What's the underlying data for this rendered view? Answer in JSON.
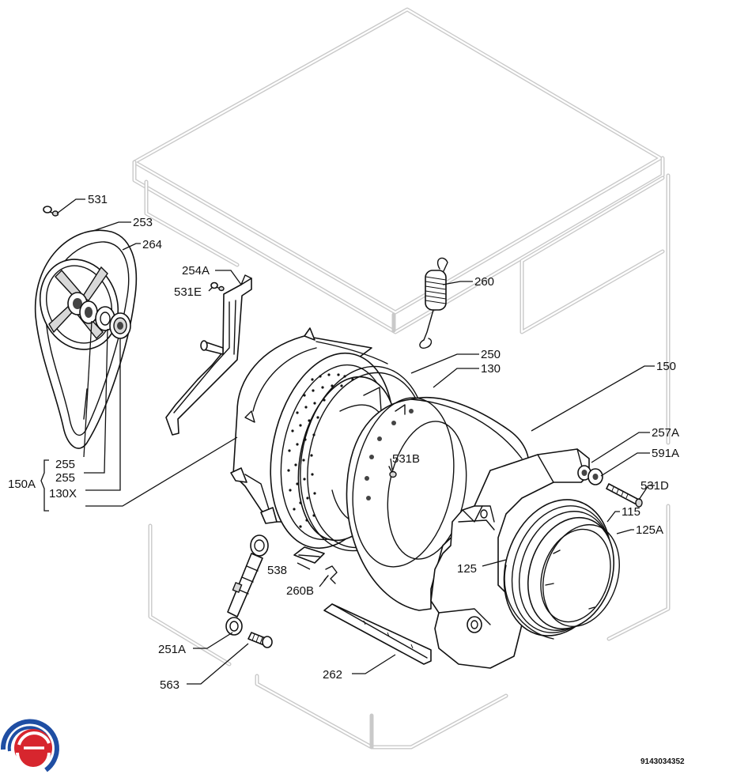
{
  "labels": {
    "l531": "531",
    "l253": "253",
    "l264": "264",
    "l254A": "254A",
    "l531E": "531E",
    "l260": "260",
    "l250": "250",
    "l130": "130",
    "l150": "150",
    "l257A": "257A",
    "l591A": "591A",
    "l531D": "531D",
    "l115": "115",
    "l125A": "125A",
    "l125": "125",
    "l531B": "531B",
    "l255a": "255",
    "l255b": "255",
    "l150A": "150A",
    "l130X": "130X",
    "l538": "538",
    "l260B": "260B",
    "l251A": "251A",
    "l563": "563",
    "l262": "262"
  },
  "drawing_code": "9143034352",
  "colors": {
    "cabinet_outline": "#c9c9c9",
    "part_stroke": "#111111",
    "logo_red": "#d7262e",
    "logo_blue": "#1f4ea3"
  },
  "icons": {
    "brand_logo": "brand-swirl-logo"
  }
}
